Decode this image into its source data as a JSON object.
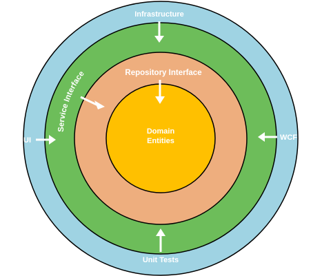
{
  "diagram": {
    "colors": {
      "outer_ring": "#9fd3e3",
      "green_ring": "#6dbd5a",
      "orange_ring": "#eeae7e",
      "core": "#ffc000",
      "stroke": "#000000",
      "text": "#ffffff"
    },
    "labels": {
      "infrastructure": "Infrastructure",
      "ui": "UI",
      "wcf": "WCF",
      "unit_tests": "Unit Tests",
      "service_interface": "Service Interface",
      "repository_interface": "Repository Interface",
      "core_line1": "Domain",
      "core_line2": "Entities"
    }
  }
}
